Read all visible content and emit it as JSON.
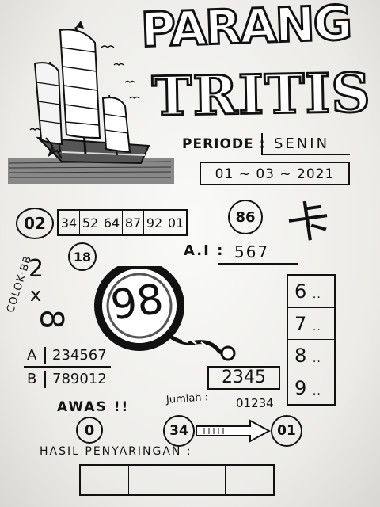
{
  "title": {
    "line1": "PARANG",
    "line2": "TRITIS"
  },
  "periode": {
    "label": "PERIODE :",
    "day": "SENIN",
    "date": "01 ~ 03 ~ 2021"
  },
  "top_left_circle": "02",
  "number_row": [
    "34",
    "52",
    "64",
    "87",
    "92",
    "01"
  ],
  "top_right_circle": "86",
  "signature_glyph": "卡",
  "colok_label": "COLOK·BB",
  "colok_values": {
    "a": "2",
    "b": "x",
    "c": "8"
  },
  "small_circle": "18",
  "ai": {
    "label": "A.I :",
    "value": "567"
  },
  "big_number": "98",
  "right_column": [
    {
      "num": "6",
      "dots": ".."
    },
    {
      "num": "7",
      "dots": ".."
    },
    {
      "num": "8",
      "dots": ".."
    },
    {
      "num": "9",
      "dots": ".."
    }
  ],
  "ab": [
    {
      "letter": "A",
      "value": "234567"
    },
    {
      "letter": "B",
      "value": "789012"
    }
  ],
  "box_2345": "2345",
  "awas": "AWAS !!",
  "jumlah": {
    "label": "Jumlah :",
    "value": "01234"
  },
  "awas_circle": "0",
  "flow": {
    "from": "34",
    "to": "01"
  },
  "hasil": {
    "label": "HASIL PENYARINGAN :"
  }
}
